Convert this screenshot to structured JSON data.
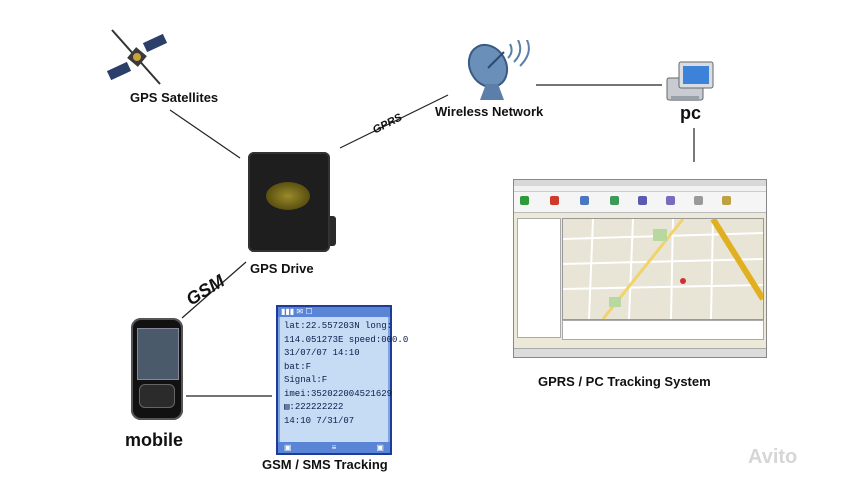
{
  "labels": {
    "gps_satellites": "GPS Satellites",
    "wireless_network": "Wireless Network",
    "pc": "pc",
    "gps_drive": "GPS Drive",
    "gprs_link": "GPRS",
    "gsm_link": "GSM",
    "mobile": "mobile",
    "gsm_sms_tracking": "GSM / SMS Tracking",
    "gprs_pc_tracking": "GPRS / PC Tracking System"
  },
  "sms_screen": {
    "lines": [
      "lat:22.557203N long:",
      "114.051273E speed:000.0",
      "31/07/07 14:10",
      "bat:F",
      "Signal:F",
      "imei:352022004521629",
      "▤:222222222",
      "14:10 7/31/07"
    ]
  },
  "watermark": "Avito",
  "colors": {
    "line": "#222222",
    "sms_bg": "#c6dcf5",
    "sms_border": "#1d3c9a",
    "device": "#1e1e1e"
  }
}
